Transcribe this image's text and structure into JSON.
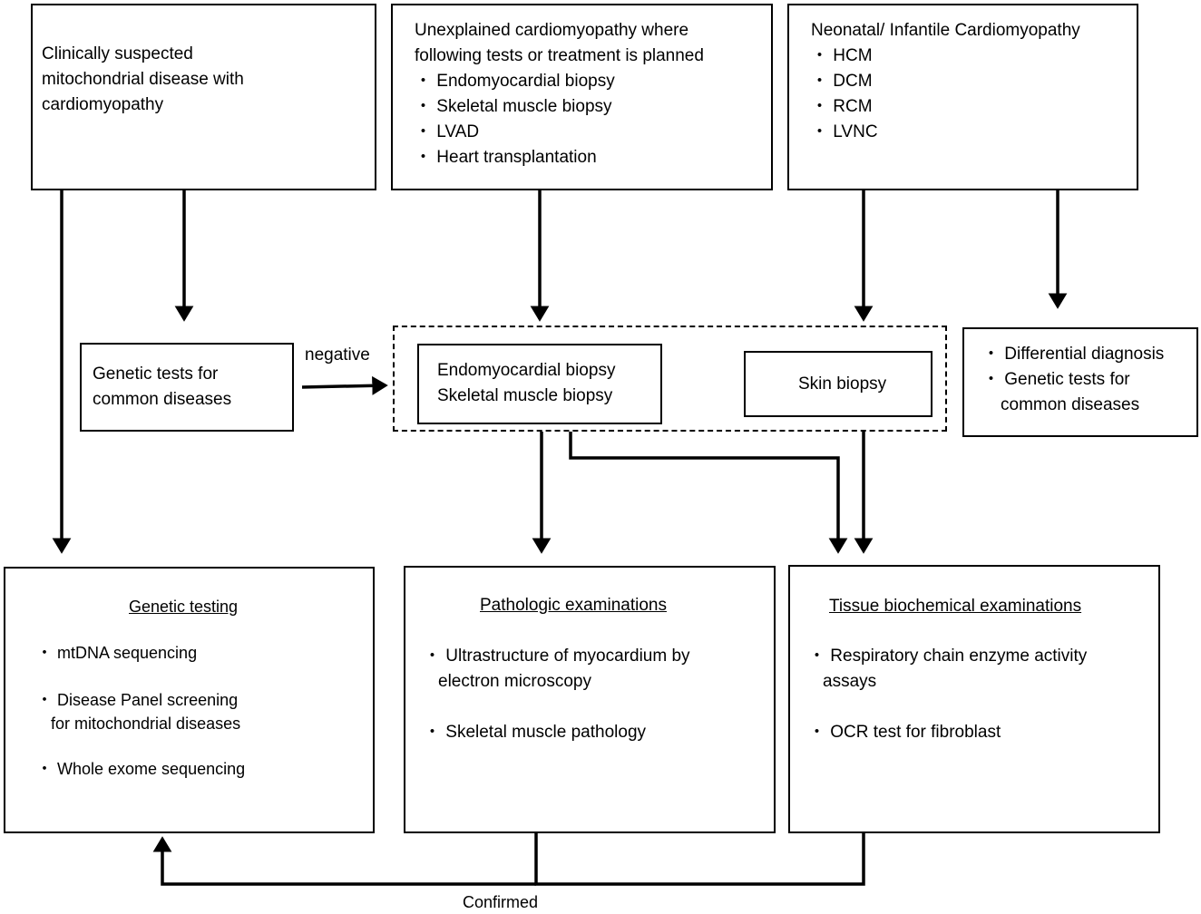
{
  "top": {
    "suspected": {
      "lines": [
        "Clinically suspected",
        "mitochondrial disease with",
        "cardiomyopathy"
      ]
    },
    "unexplained": {
      "lines": [
        "Unexplained cardiomyopathy where",
        "following tests or treatment is planned"
      ],
      "items": [
        "・ Endomyocardial biopsy",
        "・ Skeletal muscle biopsy",
        "・ LVAD",
        "・ Heart transplantation"
      ]
    },
    "neonatal": {
      "title": "Neonatal/ Infantile Cardiomyopathy",
      "items": [
        "・ HCM",
        "・ DCM",
        "・ RCM",
        "・ LVNC"
      ]
    }
  },
  "middle": {
    "genetic_common": {
      "lines": [
        "Genetic tests for",
        "common diseases"
      ]
    },
    "negative_label": "negative",
    "biopsy": {
      "lines": [
        "Endomyocardial biopsy",
        "Skeletal muscle biopsy"
      ]
    },
    "skin": {
      "label": "Skin biopsy"
    },
    "differential": {
      "lines": [
        "・ Differential diagnosis",
        "・ Genetic tests for",
        "common diseases"
      ]
    }
  },
  "bottom": {
    "genetic_testing": {
      "title": "Genetic testing",
      "items": [
        "・ mtDNA sequencing",
        "・ Disease Panel  screening",
        "for mitochondrial diseases",
        "・ Whole exome sequencing"
      ]
    },
    "pathologic": {
      "title": "Pathologic examinations",
      "items": [
        "・ Ultrastructure of myocardium by",
        "electron microscopy",
        "・ Skeletal muscle pathology"
      ]
    },
    "tissue": {
      "title": "Tissue biochemical examinations",
      "items": [
        "・ Respiratory chain enzyme activity",
        "assays",
        "・ OCR test for fibroblast"
      ]
    }
  },
  "confirmed_label": "Confirmed"
}
